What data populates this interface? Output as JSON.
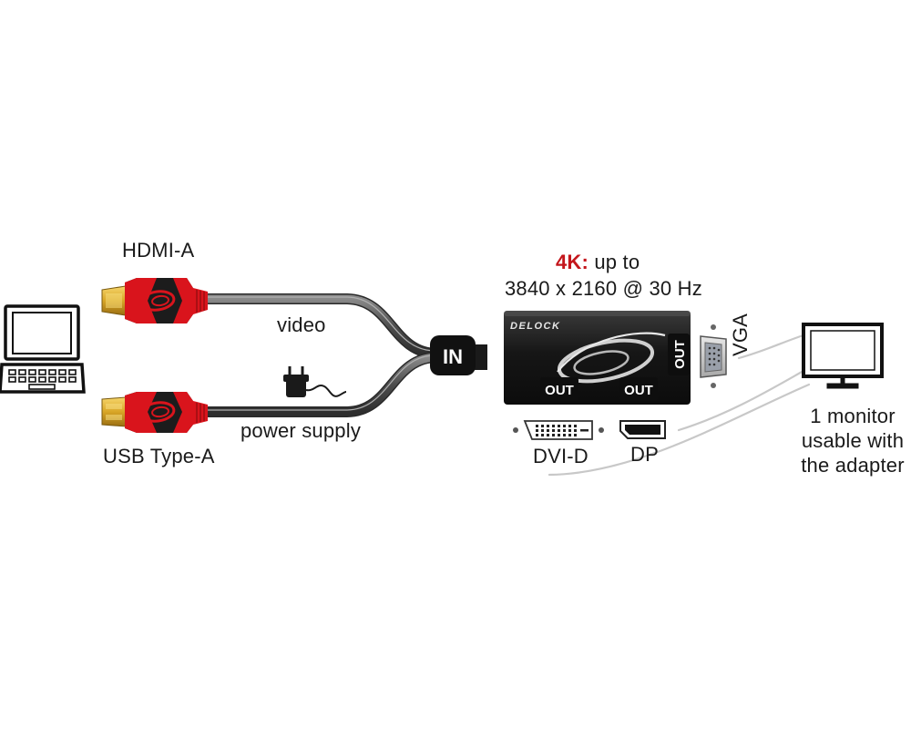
{
  "labels": {
    "hdmi": "HDMI-A",
    "usb": "USB Type-A",
    "video": "video",
    "power": "power supply",
    "in": "IN",
    "spec_4k": "4K:",
    "spec_upto": "up to",
    "spec_res": "3840 x 2160 @ 30 Hz",
    "brand": "DELOCK",
    "out_vga": "OUT",
    "out_dvi": "OUT",
    "out_dp": "OUT",
    "vga": "VGA",
    "dvi": "DVI-D",
    "dp": "DP",
    "monitor_line1": "1 monitor",
    "monitor_line2": "usable with",
    "monitor_line3": "the adapter"
  },
  "colors": {
    "accent_red": "#c4161c",
    "cable_gray": "#5a5a5a",
    "adapter_black": "#1c1c1c",
    "gold": "#d8a526"
  },
  "icons": [
    "laptop-icon",
    "hdmi-plug-icon",
    "usb-plug-icon",
    "power-plug-icon",
    "vga-connector-icon",
    "dvi-connector-icon",
    "displayport-connector-icon",
    "monitor-icon",
    "delock-swirl-logo"
  ]
}
